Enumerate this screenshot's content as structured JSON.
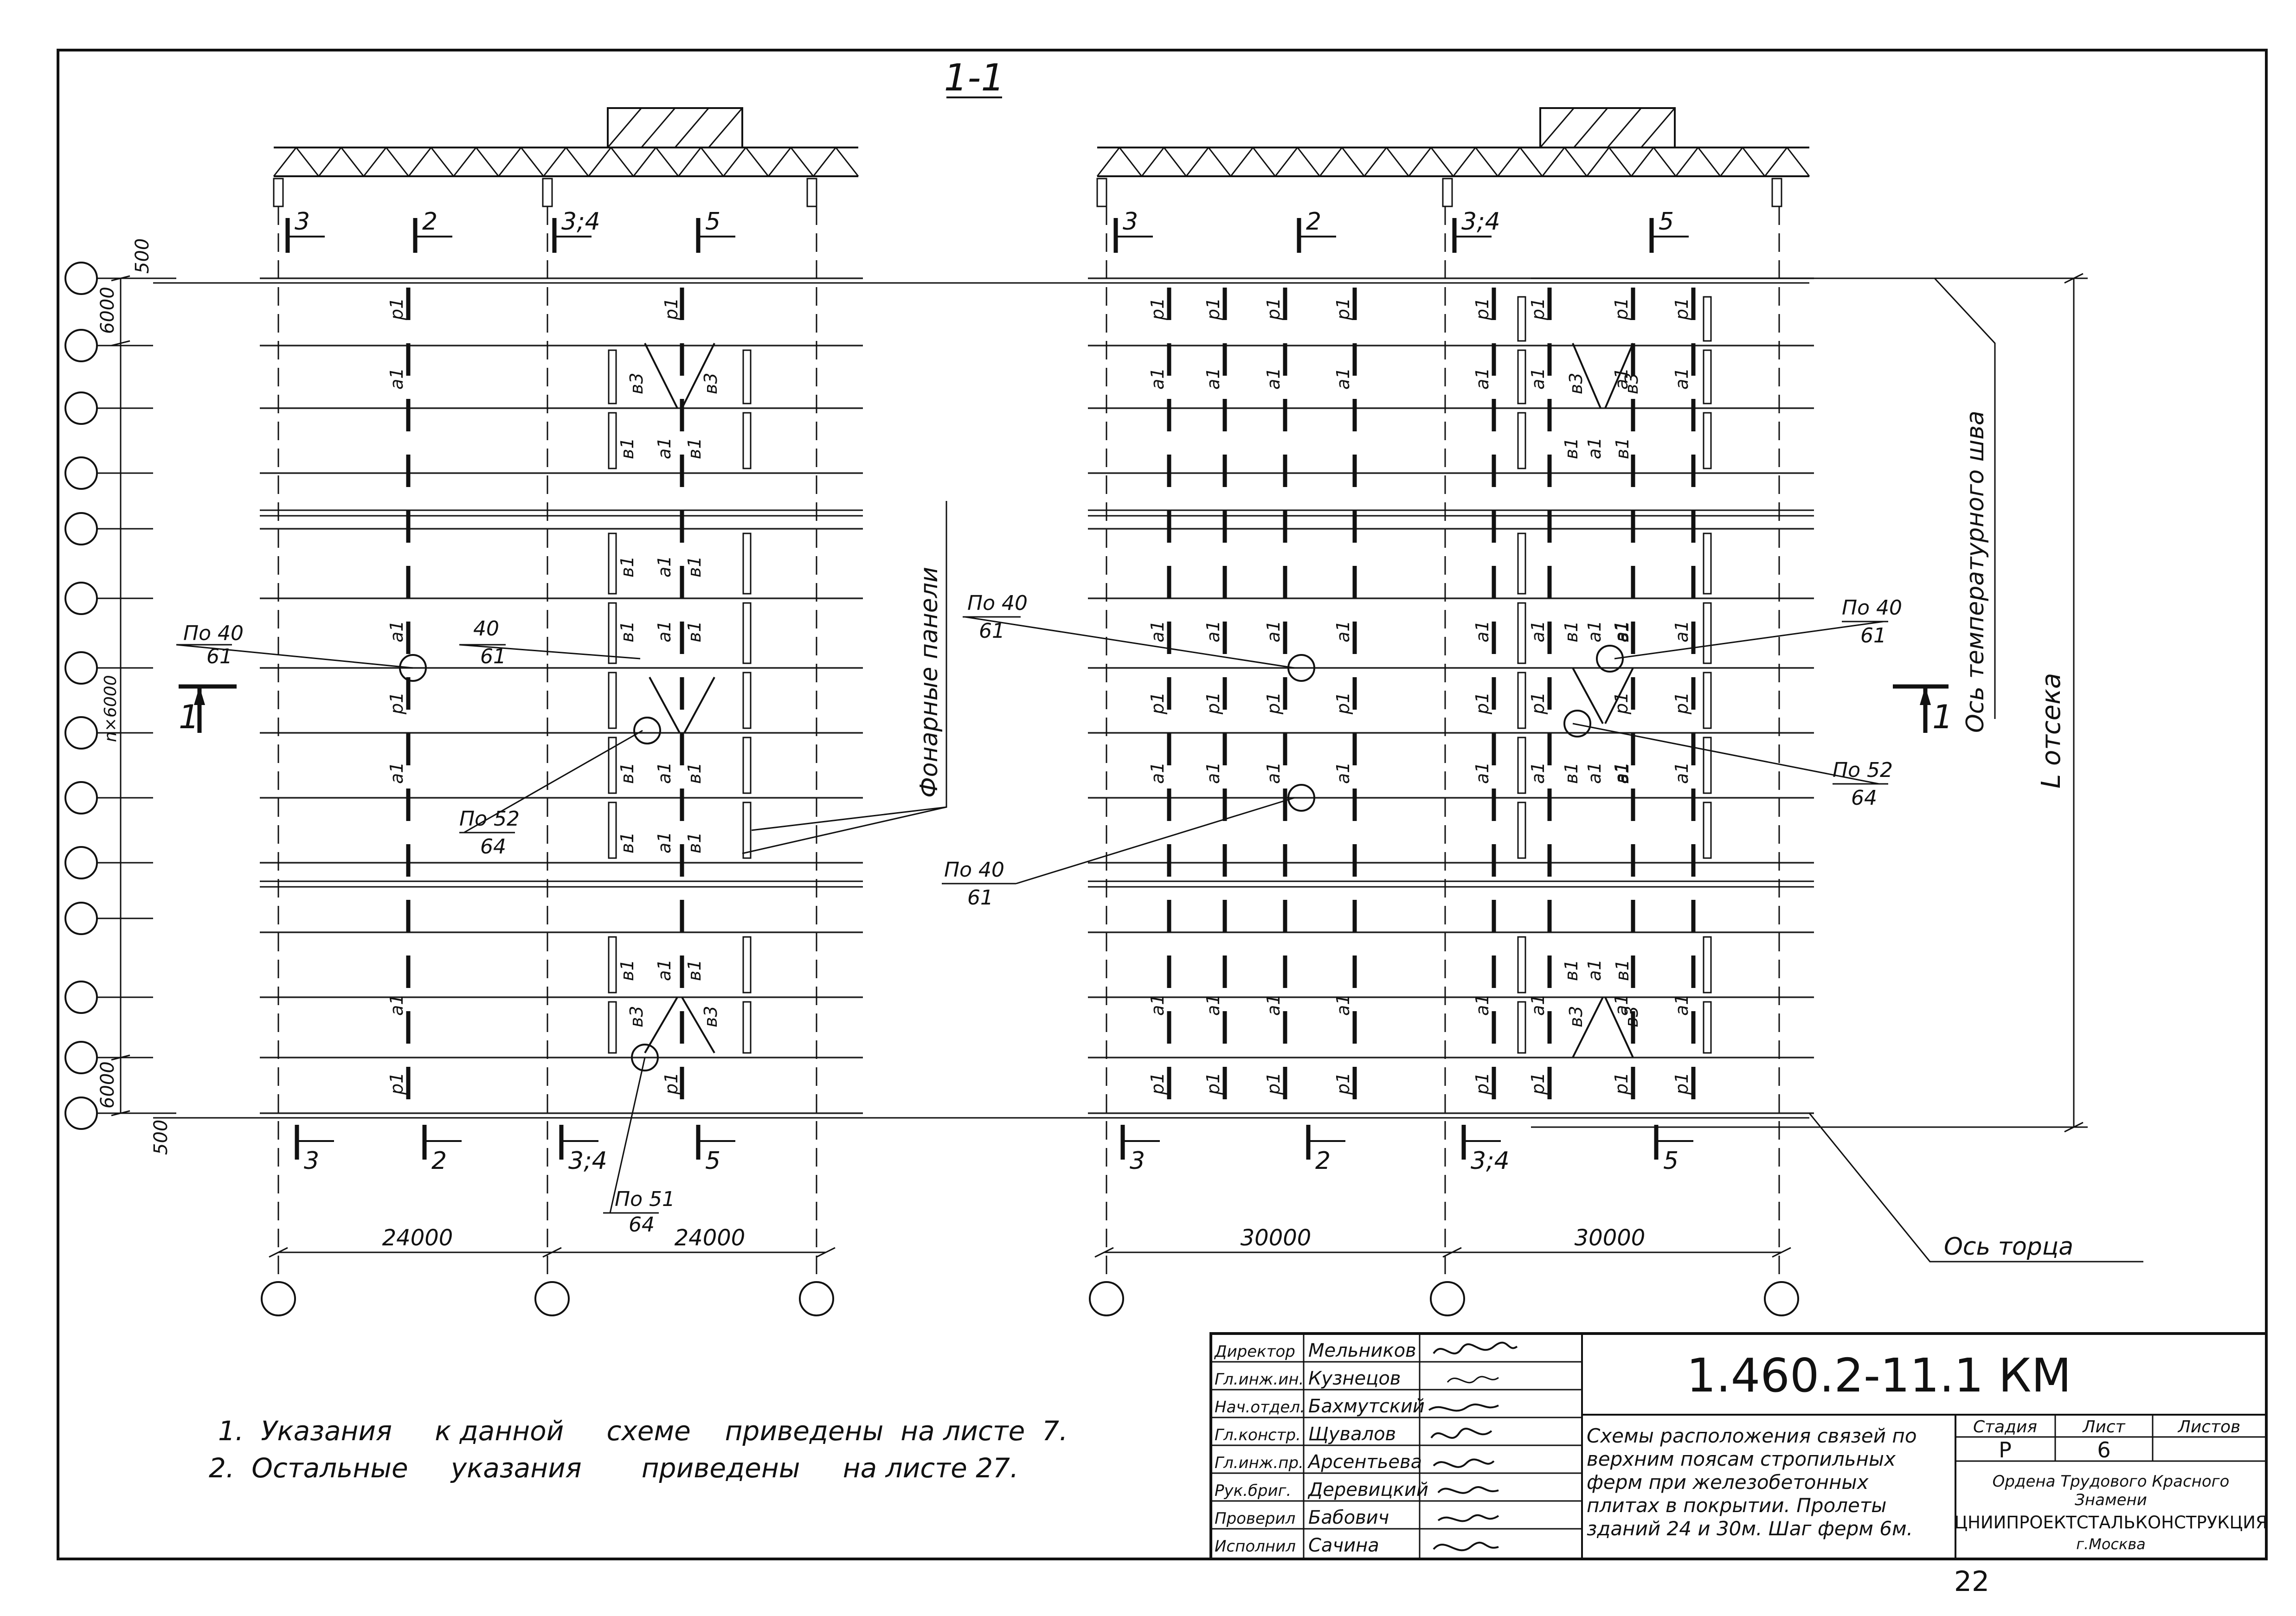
{
  "section_title": "1-1",
  "section_marks": {
    "left": "1",
    "right": "1"
  },
  "dims": {
    "top500": "500",
    "top6000": "6000",
    "middle": "n×6000",
    "bottom6000": "6000",
    "bottom500": "500",
    "span_left_1": "24000",
    "span_left_2": "24000",
    "span_right_1": "30000",
    "span_right_2": "30000",
    "l_otseka": "L отсека"
  },
  "cut_labels": {
    "left_top": [
      "3",
      "2",
      "3;4",
      "5"
    ],
    "right_top": [
      "3",
      "2",
      "3;4",
      "5"
    ],
    "left_bottom": [
      "3",
      "2",
      "3;4",
      "5"
    ],
    "right_bottom": [
      "3",
      "2",
      "3;4",
      "5"
    ]
  },
  "member_labels": {
    "p": "р1",
    "a": "а1",
    "v": "в1",
    "d": "в3"
  },
  "callouts": {
    "left_po40_num": "По 40",
    "left_po40_den": "61",
    "left_40_num": "40",
    "left_40_den": "61",
    "left_po52_num": "По 52",
    "left_po52_den": "64",
    "left_po51_num": "По 51",
    "left_po51_den": "64",
    "right_po40a_num": "По 40",
    "right_po40a_den": "61",
    "right_po40b_num": "По 40",
    "right_po40b_den": "61",
    "right_po40c_num": "По 40",
    "right_po40c_den": "61",
    "right_po52_num": "По 52",
    "right_po52_den": "64"
  },
  "annotations": {
    "fonarnye": "Фонарные панели",
    "temp_joint": "Ось температурного шва",
    "end_axis": "Ось торца"
  },
  "notes": [
    "1.  Указания     к данной     схеме    приведены  на листе  7.",
    "2.  Остальные     указания       приведены     на листе 27."
  ],
  "title_block": {
    "code": "1.460.2-11.1 КМ",
    "description_lines": [
      "Схемы расположения связей по",
      "верхним поясам стропильных",
      "ферм при железобетонных",
      "плитах в покрытии. Пролеты",
      "зданий 24 и 30м. Шаг ферм 6м."
    ],
    "stage_header": "Стадия",
    "sheet_header": "Лист",
    "sheets_header": "Листов",
    "stage": "Р",
    "sheet": "6",
    "sheets": "",
    "org_line1": "Ордена  Трудового  Красного",
    "org_line2": "Знамени",
    "org_line3": "ЦНИИПРОЕКТСТАЛЬКОНСТРУКЦИЯ",
    "org_line4": "г.Москва",
    "signatures": [
      {
        "role": "Директор",
        "name": "Мельников"
      },
      {
        "role": "Гл.инж.ин.",
        "name": "Кузнецов"
      },
      {
        "role": "Нач.отдел.",
        "name": "Бахмутский"
      },
      {
        "role": "Гл.констр.",
        "name": "Щувалов"
      },
      {
        "role": "Гл.инж.пр.",
        "name": "Арсентьева"
      },
      {
        "role": "Рук.бриг.",
        "name": "Деревицкий"
      },
      {
        "role": "Проверил",
        "name": "Бабович"
      },
      {
        "role": "Исполнил",
        "name": "Сачина"
      }
    ]
  },
  "page_number": "22"
}
